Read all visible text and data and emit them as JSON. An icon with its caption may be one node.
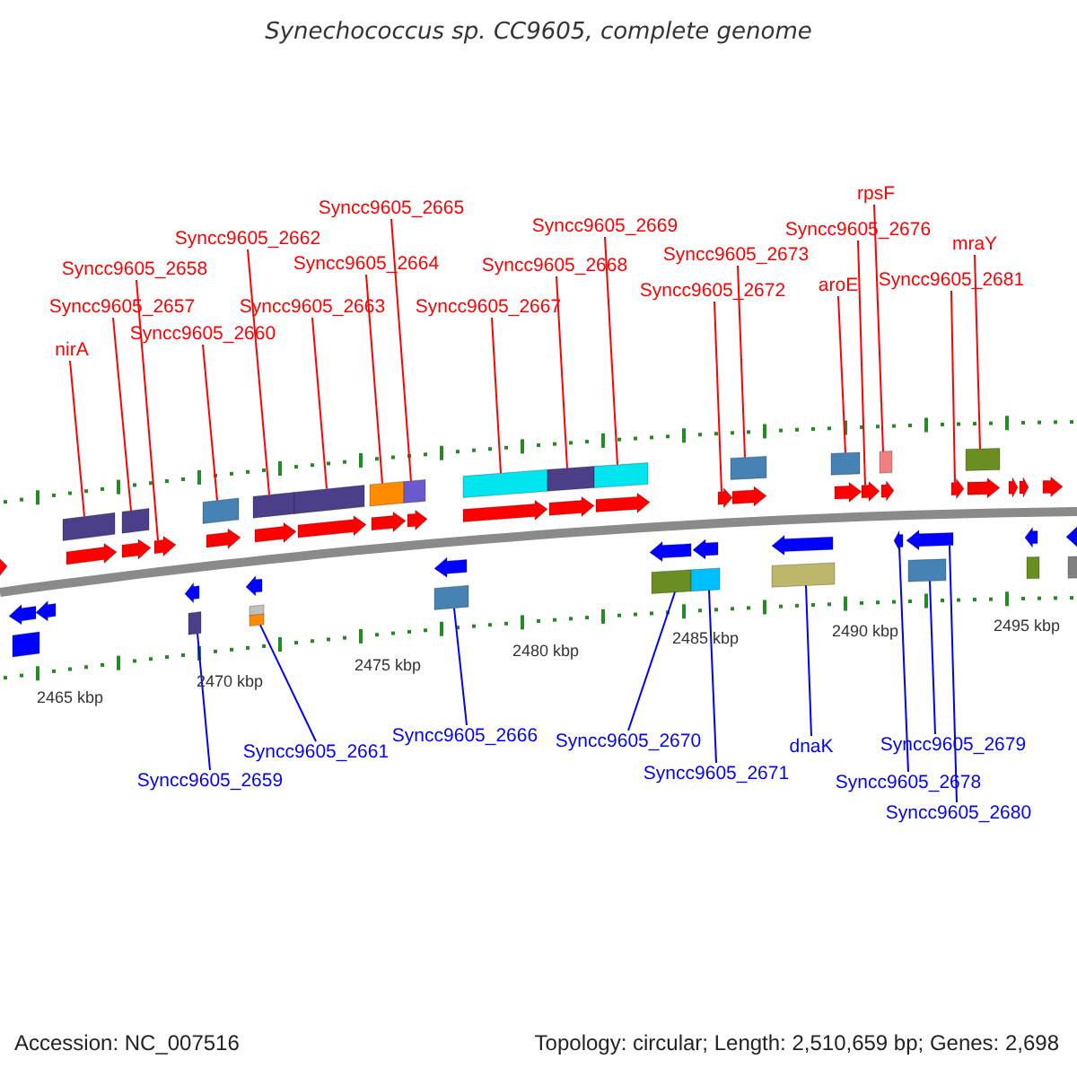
{
  "diagram": {
    "title": "Synechococcus sp. CC9605, complete genome",
    "nodes": [
      {
        "text": [
          "nirA"
        ]
      },
      {
        "text": [
          "Syncc9605_2657"
        ]
      },
      {
        "text": [
          "Syncc9605_2658"
        ]
      },
      {
        "text": [
          "Syncc9605_2660"
        ]
      },
      {
        "text": [
          "Syncc9605_2662"
        ]
      },
      {
        "text": [
          "Syncc9605_2663"
        ]
      },
      {
        "text": [
          "Syncc9605_2664"
        ]
      },
      {
        "text": [
          "Syncc9605_2665"
        ]
      },
      {
        "text": [
          "Syncc9605_2667"
        ]
      },
      {
        "text": [
          "Syncc9605_2668"
        ]
      },
      {
        "text": [
          "Syncc9605_2669"
        ]
      },
      {
        "text": [
          "Syncc9605_2673"
        ]
      },
      {
        "text": [
          "Syncc9605_2672"
        ]
      },
      {
        "text": [
          "aroE"
        ]
      },
      {
        "text": [
          "Syncc9605_2676"
        ]
      },
      {
        "text": [
          "rpsF"
        ]
      },
      {
        "text": [
          "Syncc9605_2681"
        ]
      },
      {
        "text": [
          "mraY"
        ]
      },
      {
        "text": [
          "Syncc9605_2659"
        ]
      },
      {
        "text": [
          "Syncc9605_2661"
        ]
      },
      {
        "text": [
          "Syncc9605_2666"
        ]
      },
      {
        "text": [
          "Syncc9605_2670"
        ]
      },
      {
        "text": [
          "Syncc9605_2671"
        ]
      },
      {
        "text": [
          "dnaK"
        ]
      },
      {
        "text": [
          "Syncc9605_2679"
        ]
      },
      {
        "text": [
          "Syncc9605_2678"
        ]
      },
      {
        "text": [
          "Syncc9605_2680"
        ]
      },
      {
        "text": [],
        "shape": "arrow"
      },
      {
        "text": [],
        "shape": "arrow"
      },
      {
        "text": [],
        "shape": "arrow"
      },
      {
        "text": [],
        "shape": "arrow"
      },
      {
        "text": [],
        "shape": "arrow"
      },
      {
        "text": [],
        "shape": "arrow"
      },
      {
        "text": [],
        "shape": "arrow"
      },
      {
        "text": [],
        "shape": "arrow"
      },
      {
        "text": [],
        "shape": "arrow"
      },
      {
        "text": [],
        "shape": "arrow"
      },
      {
        "text": [],
        "shape": "arrow"
      },
      {
        "text": [],
        "shape": "arrow"
      },
      {
        "text": [],
        "shape": "arrow"
      },
      {
        "text": [],
        "shape": "arrow"
      },
      {
        "text": [],
        "shape": "arrow"
      },
      {
        "text": [],
        "shape": "arrow"
      },
      {
        "text": [],
        "shape": "arrow"
      },
      {
        "text": [],
        "shape": "arrow"
      },
      {
        "text": [],
        "shape": "arrow"
      },
      {
        "text": [],
        "shape": "arrow"
      },
      {
        "text": [],
        "shape": "arrow"
      },
      {
        "text": [],
        "shape": "arrow"
      },
      {
        "text": [],
        "shape": "box"
      },
      {
        "text": [],
        "shape": "box"
      },
      {
        "text": [],
        "shape": "box"
      },
      {
        "text": [],
        "shape": "box"
      },
      {
        "text": [],
        "shape": "box"
      },
      {
        "text": [],
        "shape": "box"
      },
      {
        "text": [],
        "shape": "box"
      },
      {
        "text": [],
        "shape": "box"
      },
      {
        "text": [],
        "shape": "box"
      },
      {
        "text": [],
        "shape": "box"
      },
      {
        "text": [],
        "shape": "box"
      },
      {
        "text": [],
        "shape": "box"
      },
      {
        "text": [],
        "shape": "box"
      },
      {
        "text": [],
        "shape": "box"
      },
      {
        "text": [],
        "shape": "arrow"
      },
      {
        "text": [],
        "shape": "arrow"
      },
      {
        "text": [],
        "shape": "arrow"
      },
      {
        "text": [],
        "shape": "arrow"
      },
      {
        "text": [],
        "shape": "arrow"
      },
      {
        "text": [],
        "shape": "arrow"
      },
      {
        "text": [],
        "shape": "arrow"
      },
      {
        "text": [],
        "shape": "arrow"
      },
      {
        "text": [],
        "shape": "arrow"
      },
      {
        "text": [],
        "shape": "arrow"
      },
      {
        "text": [],
        "shape": "arrow"
      },
      {
        "text": [],
        "shape": "arrow"
      },
      {
        "text": [],
        "shape": "box"
      },
      {
        "text": [],
        "shape": "box"
      },
      {
        "text": [],
        "shape": "box"
      },
      {
        "text": [],
        "shape": "box"
      },
      {
        "text": [],
        "shape": "box"
      },
      {
        "text": [],
        "shape": "box"
      },
      {
        "text": [],
        "shape": "box"
      },
      {
        "text": [],
        "shape": "box"
      },
      {
        "text": [],
        "shape": "box"
      },
      {
        "text": [],
        "shape": "box"
      },
      {
        "text": [],
        "shape": "box"
      }
    ],
    "edges": [
      {
        "from": 0,
        "to": 49,
        "arrow": "none"
      },
      {
        "from": 1,
        "to": 50,
        "arrow": "none"
      },
      {
        "from": 2,
        "to": 30,
        "arrow": "none"
      },
      {
        "from": 3,
        "to": 51,
        "arrow": "none"
      },
      {
        "from": 4,
        "to": 52,
        "arrow": "none"
      },
      {
        "from": 5,
        "to": 53,
        "arrow": "none"
      },
      {
        "from": 6,
        "to": 54,
        "arrow": "none"
      },
      {
        "from": 7,
        "to": 55,
        "arrow": "none"
      },
      {
        "from": 8,
        "to": 56,
        "arrow": "none"
      },
      {
        "from": 9,
        "to": 57,
        "arrow": "none"
      },
      {
        "from": 10,
        "to": 58,
        "arrow": "none"
      },
      {
        "from": 11,
        "to": 59,
        "arrow": "none"
      },
      {
        "from": 12,
        "to": 39,
        "arrow": "none"
      },
      {
        "from": 13,
        "to": 60,
        "arrow": "none"
      },
      {
        "from": 14,
        "to": 42,
        "arrow": "none"
      },
      {
        "from": 15,
        "to": 61,
        "arrow": "none"
      },
      {
        "from": 16,
        "to": 44,
        "arrow": "none"
      },
      {
        "from": 17,
        "to": 62,
        "arrow": "none"
      },
      {
        "from": 18,
        "to": 76,
        "arrow": "none",
        "color": "#0000ff"
      },
      {
        "from": 19,
        "to": 78,
        "arrow": "none",
        "color": "#0000ff"
      },
      {
        "from": 20,
        "to": 79,
        "arrow": "none",
        "color": "#0000ff"
      },
      {
        "from": 21,
        "to": 80,
        "arrow": "none",
        "color": "#0000ff"
      },
      {
        "from": 22,
        "to": 81,
        "arrow": "none",
        "color": "#0000ff"
      },
      {
        "from": 23,
        "to": 82,
        "arrow": "none",
        "color": "#0000ff"
      },
      {
        "from": 24,
        "to": 83,
        "arrow": "none",
        "color": "#0000ff"
      },
      {
        "from": 25,
        "to": 71,
        "arrow": "none",
        "color": "#0000ff"
      },
      {
        "from": 26,
        "to": 72,
        "arrow": "none",
        "color": "#0000ff"
      }
    ],
    "labels": [
      "2465 kbp",
      "2470 kbp",
      "2475 kbp",
      "2480 kbp",
      "2485 kbp",
      "2490 kbp",
      "2495 kbp",
      "Accession: NC_007516",
      "Topology: circular; Length: 2,510,659 bp; Genes: 2,698"
    ]
  }
}
